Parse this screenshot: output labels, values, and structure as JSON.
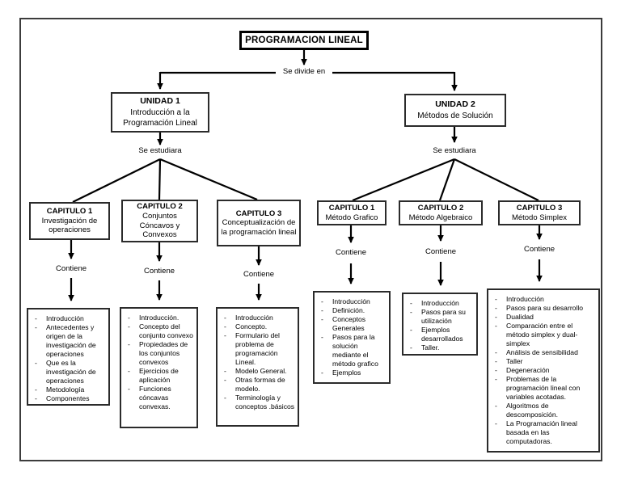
{
  "page": {
    "title_box": "PROGRAMACION LINEAL",
    "labels": {
      "divide": "Se divide en",
      "study": "Se estudiara",
      "contains": "Contiene"
    }
  },
  "units": [
    {
      "name": "UNIDAD 1",
      "subtitle": "Introducción a la Programación Lineal",
      "chapters": [
        {
          "name": "CAPITULO 1",
          "topic": "Investigación de operaciones",
          "items": [
            "Introducción",
            "Antecedentes y origen de la investigación de operaciones",
            "Que es la investigación de operaciones",
            "Metodología",
            "Componentes"
          ]
        },
        {
          "name": "CAPITULO 2",
          "topic": "Conjuntos Cóncavos y Convexos",
          "items": [
            "Introducción.",
            "Concepto del conjunto convexo",
            "Propiedades de los conjuntos convexos",
            "Ejercicios de aplicación",
            "Funciones cóncavas convexas."
          ]
        },
        {
          "name": "CAPITULO 3",
          "topic": "Conceptualización de la programación lineal",
          "items": [
            "Introducción",
            "Concepto.",
            "Formulario del problema de programación Lineal.",
            "Modelo General.",
            "Otras formas de modelo.",
            "Terminología y conceptos .básicos"
          ]
        }
      ]
    },
    {
      "name": "UNIDAD 2",
      "subtitle": "Métodos de Solución",
      "chapters": [
        {
          "name": "CAPITULO 1",
          "topic": "Método Grafico",
          "items": [
            "Introducción",
            "Definición.",
            "Conceptos Generales",
            "Pasos para la solución mediante el método grafico",
            "Ejemplos"
          ]
        },
        {
          "name": "CAPITULO 2",
          "topic": "Método Algebraico",
          "items": [
            "Introducción",
            "Pasos para su utilización",
            "Ejemplos desarrollados",
            "Taller."
          ]
        },
        {
          "name": "CAPITULO 3",
          "topic": "Método Simplex",
          "items": [
            "Introducción",
            "Pasos para su desarrollo",
            "Dualidad",
            "Comparación entre el método simplex y dual-simplex",
            "Análisis de sensibilidad",
            "Taller",
            "Degeneración",
            "Problemas de la programación lineal con variables acotadas.",
            "Algoritmos de descomposición.",
            "La Programación lineal basada en las computadoras."
          ]
        }
      ]
    }
  ],
  "colors": {
    "line": "#000000",
    "box_border": "#2b2b2b",
    "frame_border": "#3c3c3c",
    "background": "#ffffff"
  }
}
